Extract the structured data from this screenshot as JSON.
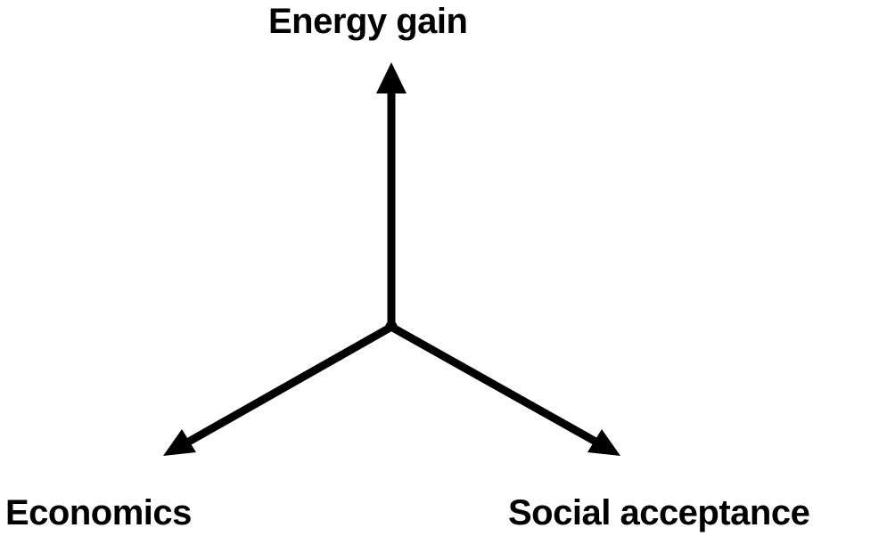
{
  "diagram": {
    "labels": {
      "top": "Energy gain",
      "bottom_left": "Economics",
      "bottom_right": "Social acceptance"
    }
  },
  "colors": {
    "stroke": "#000000",
    "background": "#ffffff"
  }
}
